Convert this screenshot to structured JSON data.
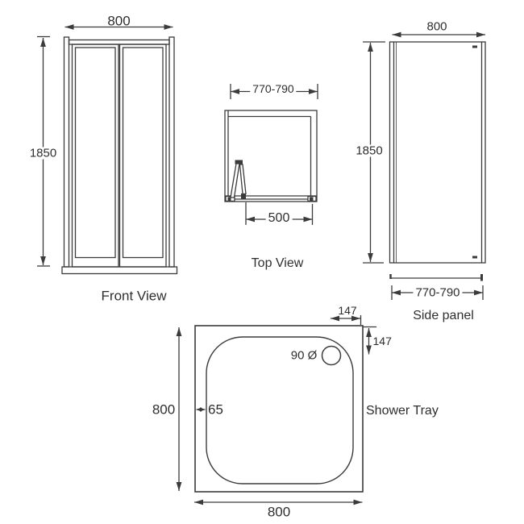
{
  "front_view": {
    "label": "Front View",
    "width_mm": "800",
    "height_mm": "1850"
  },
  "top_view": {
    "label": "Top View",
    "width_range_mm": "770-790",
    "door_opening_mm": "500"
  },
  "side_panel": {
    "label": "Side panel",
    "width_mm": "800",
    "height_mm": "1850",
    "adjustment_range_mm": "770-790"
  },
  "shower_tray": {
    "label": "Shower Tray",
    "width_mm": "800",
    "depth_mm": "800",
    "waste_diameter": "90 Ø",
    "waste_offset_from_edge_mm": "147",
    "waste_offset_from_top_mm": "147",
    "rim_width_mm": "65"
  },
  "colors": {
    "line": "#3b3b3b",
    "text": "#2e2e2e",
    "background": "#ffffff"
  }
}
